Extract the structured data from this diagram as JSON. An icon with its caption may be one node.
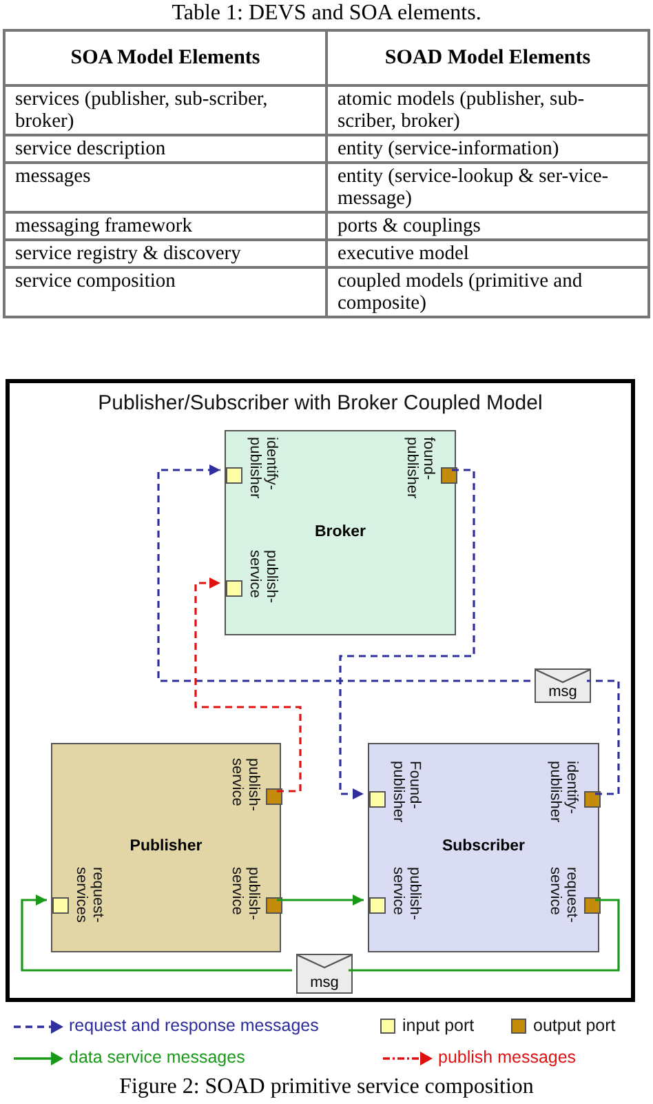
{
  "diagram": {
    "title": "Table 1: DEVS and SOA elements.",
    "caption": "Figure 2: SOAD primitive service composition",
    "nodes": [
      {
        "text": [
          "Publisher/Subscriber with Broker Coupled Model"
        ]
      },
      {
        "text": [
          "Broker"
        ],
        "in": 0
      },
      {
        "text": [
          "identify-publisher"
        ],
        "in": 1
      },
      {
        "text": [
          "found-publisher"
        ],
        "in": 1
      },
      {
        "text": [
          "publish-service"
        ],
        "in": 1
      },
      {
        "text": [
          "msg"
        ],
        "in": 0
      },
      {
        "text": [
          "Publisher"
        ],
        "in": 0
      },
      {
        "text": [
          "publish-service"
        ],
        "in": 6
      },
      {
        "text": [
          "request-services"
        ],
        "in": 6
      },
      {
        "text": [
          "publish-service"
        ],
        "in": 6
      },
      {
        "text": [
          "Subscriber"
        ],
        "in": 0
      },
      {
        "text": [
          "Found-publisher"
        ],
        "in": 10
      },
      {
        "text": [
          "identify-publisher"
        ],
        "in": 10
      },
      {
        "text": [
          "publish-service"
        ],
        "in": 10
      },
      {
        "text": [
          "request-service"
        ],
        "in": 10
      },
      {
        "text": [
          "msg"
        ],
        "in": 0
      }
    ],
    "edges": [
      {
        "from": 12,
        "to": 5,
        "arrow": "none",
        "style": "dashed",
        "color": "#2e2e9c"
      },
      {
        "from": 5,
        "to": 2,
        "arrow": "to",
        "style": "dashed",
        "color": "#2e2e9c"
      },
      {
        "from": 3,
        "to": 11,
        "arrow": "to",
        "style": "dashed",
        "color": "#2e2e9c"
      },
      {
        "from": 7,
        "to": 4,
        "arrow": "to",
        "style": "dashed",
        "color": "#e01010"
      },
      {
        "from": 9,
        "to": 13,
        "arrow": "to",
        "color": "#189a18"
      },
      {
        "from": 14,
        "to": 15,
        "arrow": "none",
        "color": "#189a18"
      },
      {
        "from": 15,
        "to": 8,
        "arrow": "to",
        "color": "#189a18"
      }
    ],
    "labels": [
      "SOA Model Elements",
      "SOAD Model Elements",
      "services (publisher, sub-scriber, broker)",
      "atomic models (publisher, sub-scriber, broker)",
      "service description",
      "entity (service-information)",
      "messages",
      "entity (service-lookup & ser-vice-message)",
      "messaging framework",
      "ports & couplings",
      "service registry & discovery",
      "executive model",
      "service composition",
      "coupled models (primitive and composite)"
    ],
    "legend": [
      {
        "text": "request and response messages"
      },
      {
        "text": "input port",
        "color": "#ffffa8"
      },
      {
        "text": "output port",
        "color": "#c58c0c"
      },
      {
        "text": "data service messages"
      },
      {
        "text": "publish messages"
      }
    ]
  }
}
